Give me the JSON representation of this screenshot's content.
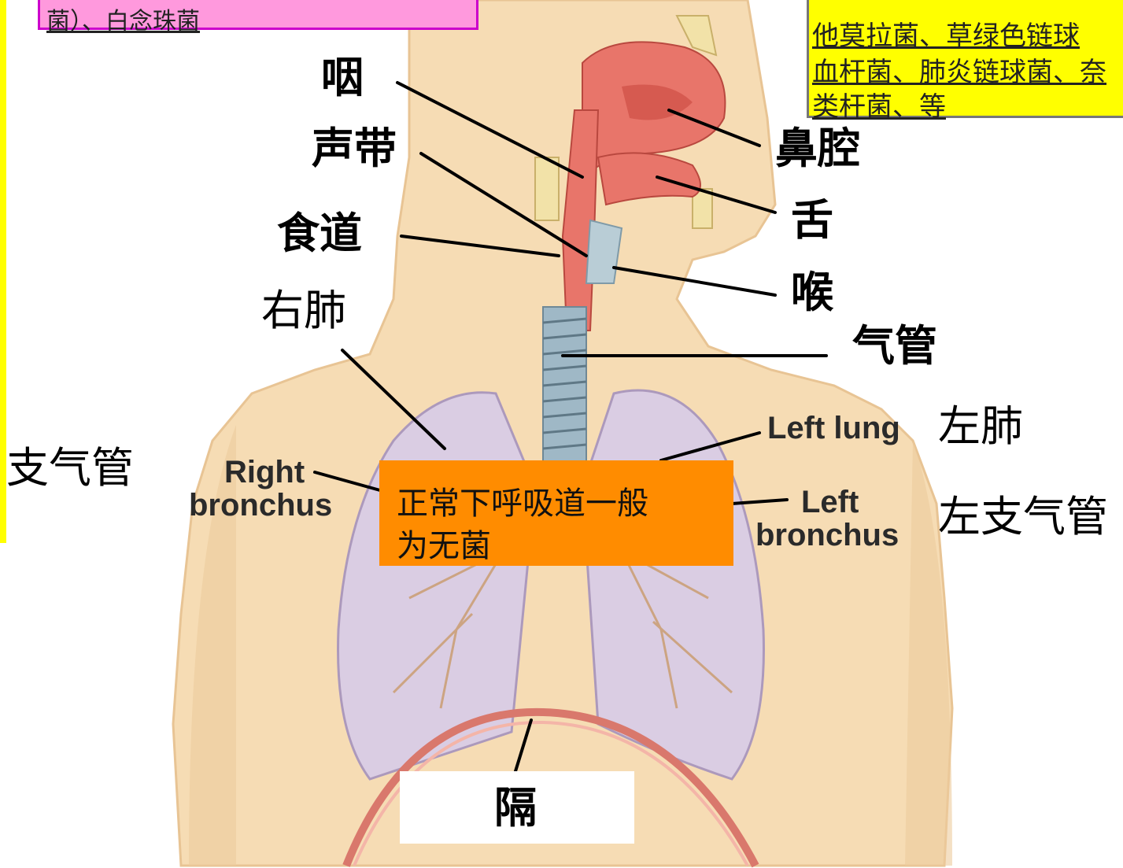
{
  "labels": {
    "pharynx": "咽",
    "vocal_cords": "声带",
    "esophagus": "食道",
    "right_lung": "右肺",
    "right_bronchus_cn": "支气管",
    "right_bronchus_en_1": "Right",
    "right_bronchus_en_2": "bronchus",
    "nasal_cavity": "鼻腔",
    "tongue": "舌",
    "larynx": "喉",
    "trachea": "气管",
    "left_lung_en": "Left lung",
    "left_lung_cn": "左肺",
    "left_bronchus_en_1": "Left",
    "left_bronchus_en_2": "bronchus",
    "left_bronchus_cn": "左支气管",
    "diaphragm": "隔"
  },
  "notes": {
    "pink_box": "菌）、白念珠菌",
    "yellow_box_lines": [
      "他莫拉菌、草绿色链球",
      "血杆菌、肺炎链球菌、奈",
      "类杆菌、等"
    ],
    "orange_box_lines": [
      "正常下呼吸道一般",
      "为无菌"
    ]
  },
  "colors": {
    "pink_box": "#ff99dd",
    "pink_border": "#cc00cc",
    "yellow_box": "#ffff00",
    "orange_box": "#ff8c00",
    "yellow_side_bar": "#ffff00",
    "skin": "#f6dcb4",
    "lung": "#d9cde6",
    "airway": "#e8756a",
    "trachea": "#9fb8c6"
  }
}
